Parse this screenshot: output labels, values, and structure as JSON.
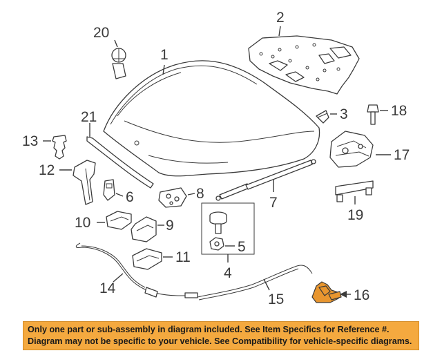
{
  "callouts": {
    "c1": "1",
    "c2": "2",
    "c3": "3",
    "c4": "4",
    "c5": "5",
    "c6": "6",
    "c7": "7",
    "c8": "8",
    "c9": "9",
    "c10": "10",
    "c11": "11",
    "c12": "12",
    "c13": "13",
    "c14": "14",
    "c15": "15",
    "c16": "16",
    "c17": "17",
    "c18": "18",
    "c19": "19",
    "c20": "20",
    "c21": "21"
  },
  "notice": {
    "line1": "Only one part or sub-assembly in diagram included. See Item Specifics for Reference #.",
    "line2": "Diagram may not be specific to your vehicle. See Compatibility for vehicle-specific diagrams."
  },
  "colors": {
    "highlight": "#e8962f",
    "banner": "#f4a93f"
  }
}
